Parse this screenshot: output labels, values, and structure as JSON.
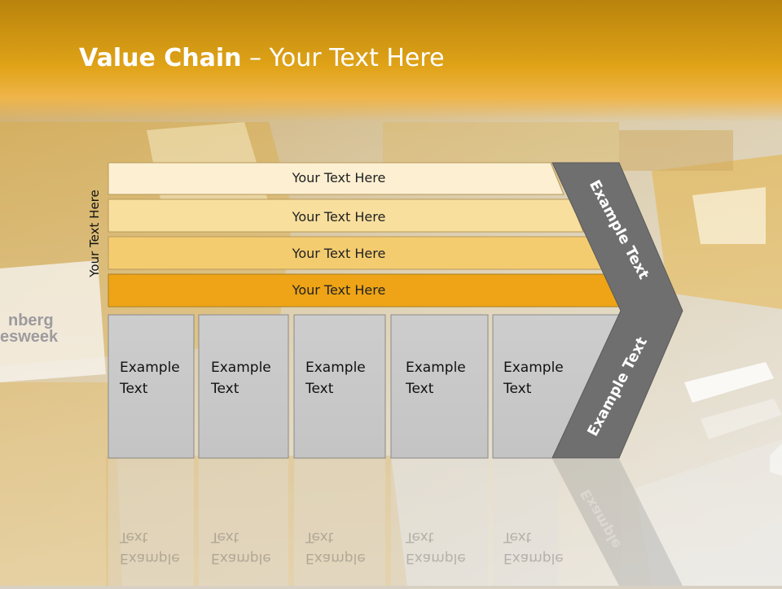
{
  "title": {
    "bold": "Value Chain",
    "rest": " – Your Text Here"
  },
  "side_label": "Your Text Here",
  "bars": [
    {
      "label": "Your Text Here",
      "color": "#fcefd2"
    },
    {
      "label": "Your Text Here",
      "color": "#f8df9e"
    },
    {
      "label": "Your Text Here",
      "color": "#f4cc70"
    },
    {
      "label": "Your Text Here",
      "color": "#eea416"
    }
  ],
  "boxes": [
    {
      "line1": "Example",
      "line2": "Text"
    },
    {
      "line1": "Example",
      "line2": "Text"
    },
    {
      "line1": "Example",
      "line2": "Text"
    },
    {
      "line1": "Example",
      "line2": "Text"
    },
    {
      "line1": "Example",
      "line2": "Text"
    }
  ],
  "arrow": {
    "top_label": "Example Text",
    "bottom_label": "Example Text",
    "color": "#6f6f6f"
  },
  "colors": {
    "header": "#e0a318",
    "box_fill": "#cfcfcf",
    "box_stroke": "#8a8a8a"
  }
}
